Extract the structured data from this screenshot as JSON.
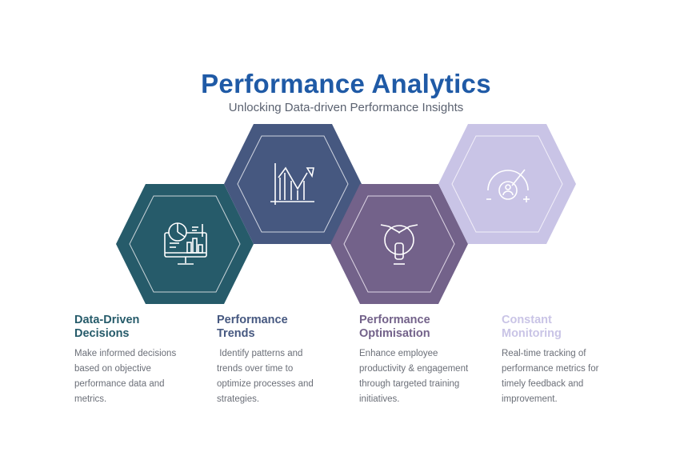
{
  "header": {
    "title": "Performance Analytics",
    "subtitle": "Unlocking Data-driven Performance Insights"
  },
  "items": [
    {
      "heading_1": "Data-Driven",
      "heading_2": "Decisions",
      "lines": [
        "Make informed decisions",
        "based on objective",
        "performance data and",
        "metrics."
      ],
      "color": "#265b6a",
      "icon": "computer-analytics-icon"
    },
    {
      "heading_1": "Performance",
      "heading_2": "Trends",
      "lines": [
        " Identify patterns and",
        "trends over time to",
        "optimize processes and",
        "strategies."
      ],
      "color": "#465880",
      "icon": "trend-chart-icon"
    },
    {
      "heading_1": "Performance",
      "heading_2": "Optimisation",
      "lines": [
        "Enhance employee",
        "productivity & engagement",
        "through targeted training",
        "initiatives."
      ],
      "color": "#73628a",
      "icon": "teamwork-hands-icon"
    },
    {
      "heading_1": "Constant",
      "heading_2": "Monitoring",
      "lines": [
        "Real-time tracking of",
        "performance metrics for",
        "timely feedback and",
        "improvement."
      ],
      "color": "#c9c4e6",
      "icon": "performance-gauge-icon"
    }
  ]
}
